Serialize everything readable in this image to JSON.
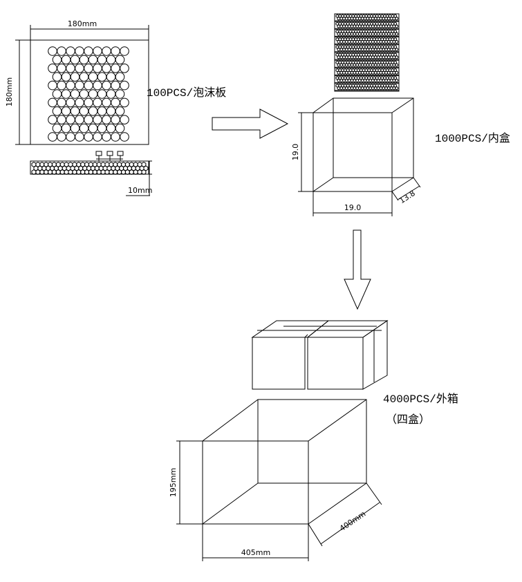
{
  "foam_board": {
    "width_label": "180mm",
    "height_label": "180mm",
    "thickness_label": "10mm"
  },
  "inner_box": {
    "height_label": "19.0",
    "width_label": "19.0",
    "depth_label": "13.8"
  },
  "outer_carton": {
    "height_label": "195mm",
    "width_label": "405mm",
    "depth_label": "400mm"
  },
  "captions": {
    "per_foam_board": "100PCS/泡沫板",
    "per_inner_box": "1000PCS/内盒",
    "per_outer_carton": "4000PCS/外箱",
    "outer_carton_note": "（四盒）"
  },
  "colors": {
    "line": "#000000",
    "background": "#ffffff"
  }
}
